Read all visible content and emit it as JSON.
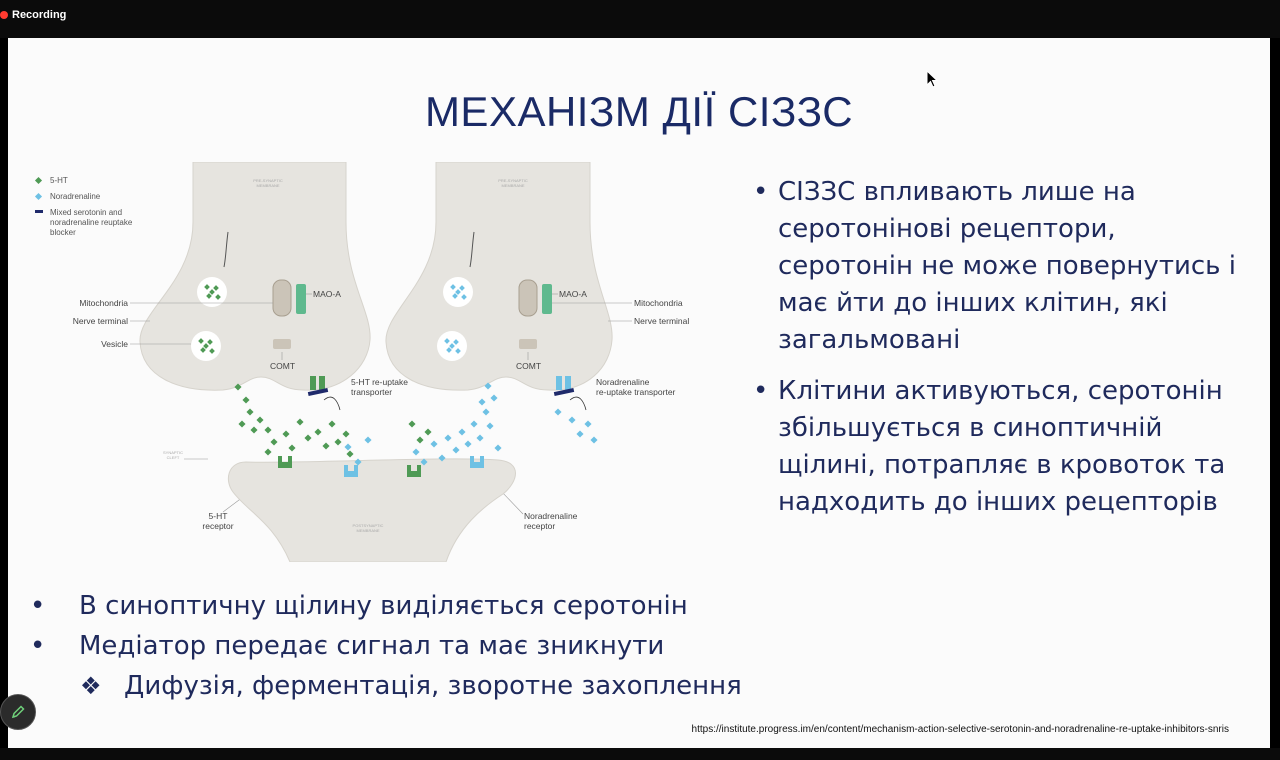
{
  "recording": {
    "label": "Recording"
  },
  "slide": {
    "title": "МЕХАНІЗМ ДІЇ СІЗЗС",
    "right_bullets": [
      "СІЗЗС впливають лише на серотонінові рецептори, серотонін не може повернутись і має йти до інших клітин, які загальмовані",
      "Клітини активуються, серотонін збільшується в синоптичній щілині, потрапляє в кровоток та надходить до інших рецепторів"
    ],
    "bottom_bullets": [
      {
        "marker": "•",
        "text": "В синоптичну щілину виділяється серотонін"
      },
      {
        "marker": "•",
        "text": "Медіатор передає сигнал та має зникнути"
      },
      {
        "marker": "❖",
        "text": "Дифузія, ферментація, зворотне захоплення"
      }
    ],
    "source": "https://institute.progress.im/en/content/mechanism-action-selective-serotonin-and-noradrenaline-re-uptake-inhibitors-snris"
  },
  "diagram": {
    "legend": [
      "5-HT",
      "Noradrenaline",
      "Mixed serotonin and",
      "noradrenaline reuptake",
      "blocker"
    ],
    "left_labels": [
      "Mitochondria",
      "Nerve terminal",
      "Vesicle"
    ],
    "right_labels": [
      "Mitochondria",
      "Nerve terminal"
    ],
    "mao": "MAO-A",
    "comt": "COMT",
    "ht_transporter": [
      "5-HT re-uptake",
      "transporter"
    ],
    "na_transporter": [
      "Noradrenaline",
      "re-uptake transporter"
    ],
    "ht_receptor": [
      "5-HT",
      "receptor"
    ],
    "na_receptor": [
      "Noradrenaline",
      "receptor"
    ],
    "presynaptic": [
      "PRE-SYNAPTIC",
      "MEMBRANE"
    ],
    "postsynaptic": [
      "POSTSYNAPTIC",
      "MEMBRANE"
    ],
    "cleft": [
      "SYNAPTIC",
      "CLEFT"
    ],
    "colors": {
      "serotonin": "#4f9a55",
      "noradrenaline": "#6ec1e4",
      "blocker": "#1f2a6b",
      "mito": "#5fb98e",
      "cell": "#e6e4df"
    }
  },
  "icons": {
    "pen": "pen-icon",
    "cursor": "cursor-icon",
    "record": "record-dot-icon"
  }
}
